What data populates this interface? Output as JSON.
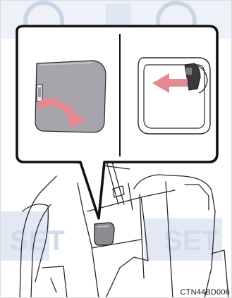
{
  "figure": {
    "code": "CTN44BD006",
    "colors": {
      "background": "#ffffff",
      "watermark_blue": "#dde6f1",
      "line": "#2a2a2a",
      "panel_fill": "#a7a4ab",
      "arrow_pink": "#e58a92"
    },
    "callout_panels": [
      {
        "name": "fuel-lid-cover-panel",
        "arrow": "curved-pink-arrow-pointing-right"
      },
      {
        "name": "fuel-lid-opening-panel",
        "arrow": "straight-pink-arrow-pointing-left"
      }
    ],
    "watermark_icons": [
      "gauge-icon",
      "gauge-icon",
      "set-text-mark",
      "set-text-mark"
    ],
    "watermark_text": "SET"
  }
}
